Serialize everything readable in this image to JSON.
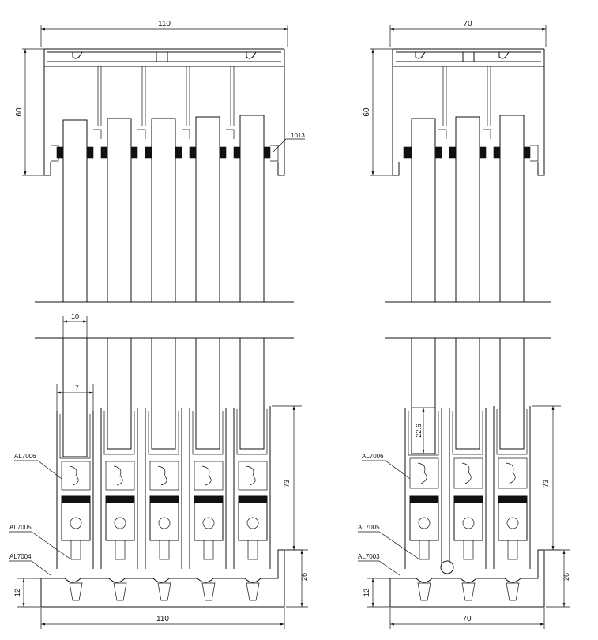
{
  "dimensions": {
    "left_top_width": "110",
    "left_height": "60",
    "right_top_width": "70",
    "right_height": "60",
    "glass_width": "10",
    "bead_width": "17",
    "left_bottom_height": "73",
    "left_sill_height": "26",
    "left_base_height": "12",
    "left_bottom_width": "110",
    "glass_depth": "22.6",
    "right_bottom_height": "73",
    "right_sill_height": "26",
    "right_base_height": "12",
    "right_bottom_width": "70"
  },
  "callouts": {
    "left_top_gasket": "1013",
    "left_carrier": "AL7006",
    "left_roller": "AL7005",
    "left_sill": "AL7004",
    "right_carrier": "AL7006",
    "right_roller": "AL7005",
    "right_sill": "AL7003"
  },
  "colors": {
    "line": "#111111",
    "background": "#ffffff"
  }
}
